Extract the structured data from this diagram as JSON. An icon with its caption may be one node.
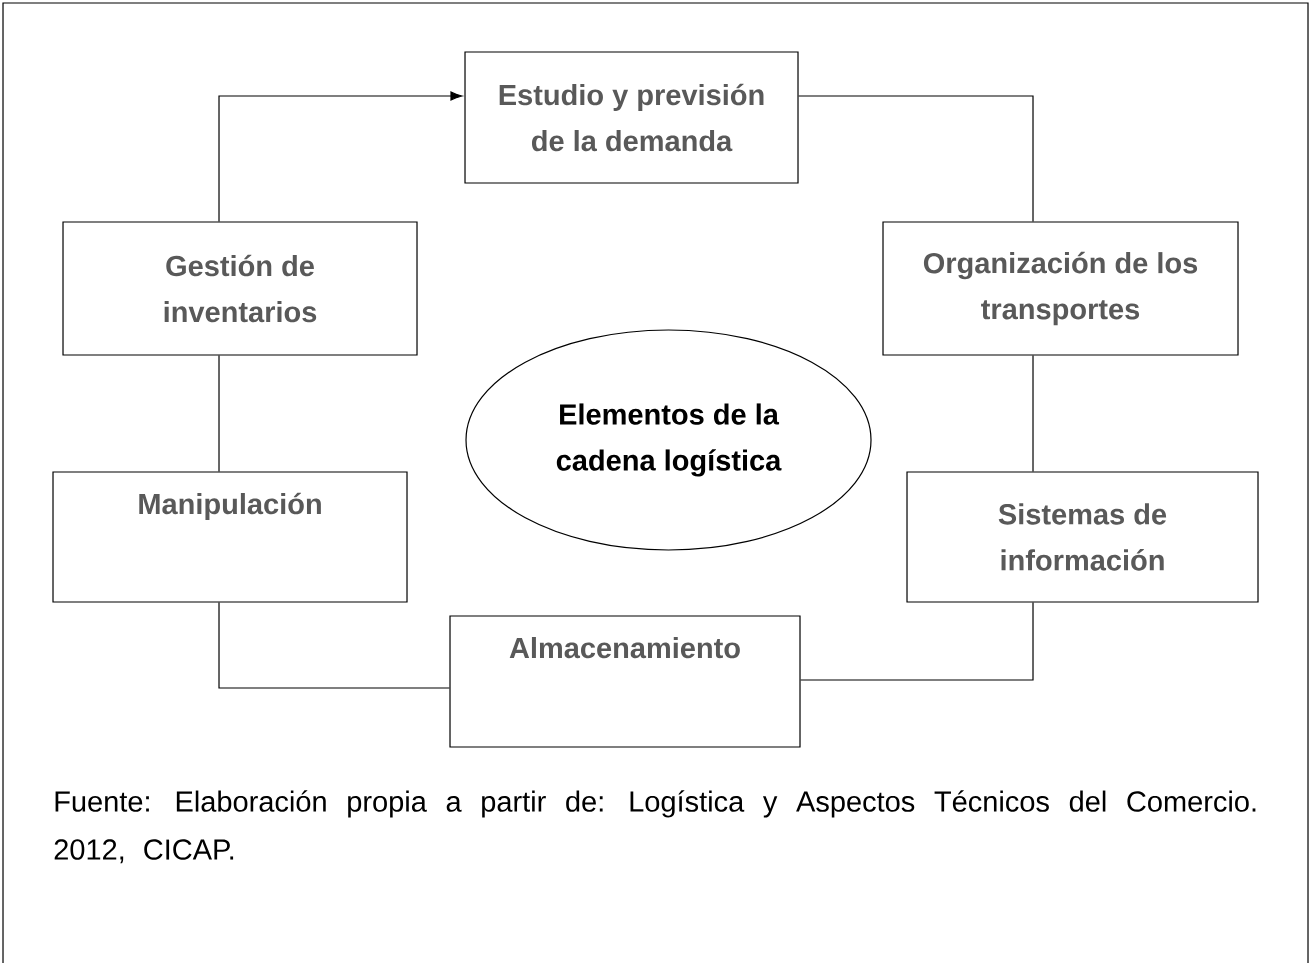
{
  "diagram": {
    "caption": "Fuente: Elaboración propia a partir de: Logística y Aspectos Técnicos del Comercio. 2012, CICAP.",
    "nodes": [
      {
        "text": [
          "Estudio y previsión de la demanda"
        ]
      },
      {
        "text": [
          "Gestión de inventarios"
        ]
      },
      {
        "text": [
          "Organización de los transportes"
        ]
      },
      {
        "text": [
          "Elementos de la cadena logística"
        ]
      },
      {
        "text": [
          "Manipulación"
        ]
      },
      {
        "text": [
          "Sistemas de información"
        ]
      },
      {
        "text": [
          "Almacenamiento"
        ]
      }
    ],
    "edges": [
      {
        "from": 1,
        "to": 0,
        "arrow": "to"
      },
      {
        "from": 0,
        "to": 2,
        "arrow": "none"
      },
      {
        "from": 2,
        "to": 5,
        "arrow": "none"
      },
      {
        "from": 5,
        "to": 6,
        "arrow": "none"
      },
      {
        "from": 6,
        "to": 4,
        "arrow": "none"
      },
      {
        "from": 4,
        "to": 1,
        "arrow": "none"
      }
    ]
  }
}
